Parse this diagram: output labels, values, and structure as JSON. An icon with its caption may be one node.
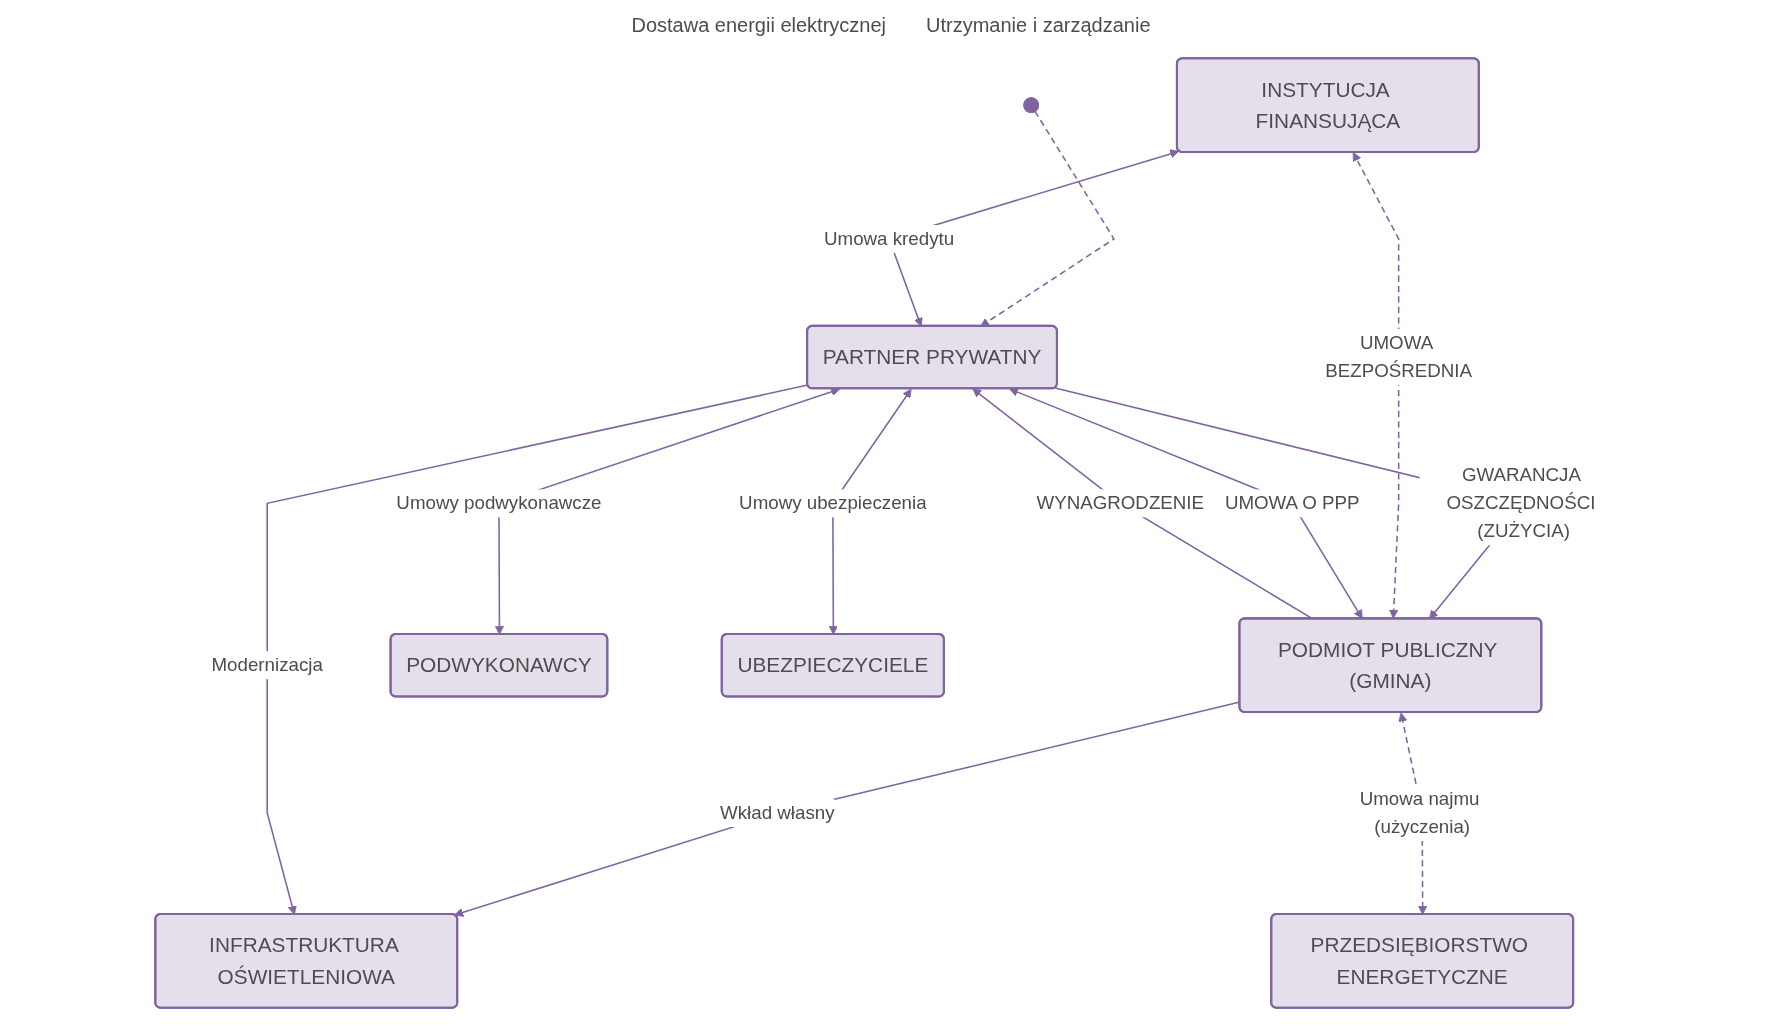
{
  "diagram": {
    "nodes": [
      {
        "text": [
          "INSTYTUCJA FINANSUJĄCA"
        ]
      },
      {
        "text": [
          "PODMIOT PUBLICZNY (GMINA)"
        ]
      },
      {
        "text": [
          "PARTNER PRYWATNY"
        ]
      },
      {
        "text": [
          "INFRASTRUKTURA OŚWIETLENIOWA"
        ]
      },
      {
        "text": [
          "PRZEDSIĘBIORSTWO ENERGETYCZNE"
        ]
      },
      {
        "text": [
          "PODWYKONAWCY"
        ]
      },
      {
        "text": [
          "UBEZPIECZYCIELE"
        ]
      }
    ],
    "edges": [
      {
        "from": 1,
        "to": 0,
        "arrow": "both",
        "label": "UMOWA BEZPOŚREDNIA",
        "style": "dashed"
      },
      {
        "from": null,
        "to": 2,
        "arrow": "to",
        "style": "dashed"
      },
      {
        "from": 0,
        "to": 2,
        "arrow": "both",
        "label": "Umowa kredytu"
      },
      {
        "from": 2,
        "to": 1,
        "arrow": "to",
        "label": "GWARANCJA OSZCZĘDNOŚCI (ZUŻYCIA)"
      },
      {
        "from": 1,
        "to": 2,
        "arrow": "both",
        "label": "UMOWA O PPP"
      },
      {
        "from": 1,
        "to": 2,
        "arrow": "to",
        "label": "WYNAGRODZENIE"
      },
      {
        "from": 1,
        "to": 3,
        "arrow": "to",
        "label": "Wkład własny"
      },
      {
        "from": 2,
        "to": 3,
        "arrow": "to",
        "label": "Modernizacja"
      },
      {
        "from": 2,
        "to": 5,
        "arrow": "both",
        "label": "Umowy podwykonawcze"
      },
      {
        "from": 2,
        "to": 6,
        "arrow": "both",
        "label": "Umowy ubezpieczenia"
      },
      {
        "from": 1,
        "to": 4,
        "arrow": "both",
        "label": "Umowa najmu (użyczenia)",
        "style": "dashed"
      }
    ],
    "labels": [
      "Dostawa energii elektrycznej",
      "Utrzymanie i zarządzanie"
    ]
  }
}
